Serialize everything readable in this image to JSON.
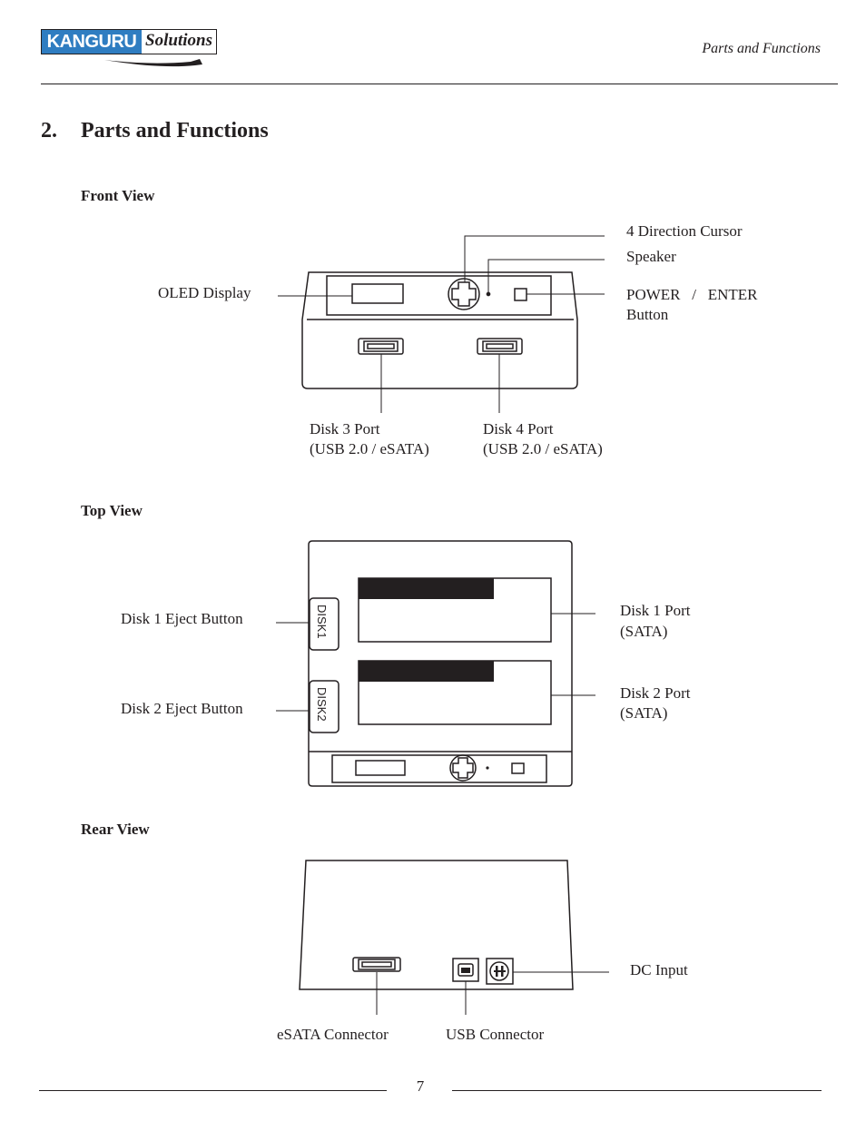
{
  "header": {
    "logo_brand": "KANGURU",
    "logo_script": "Solutions",
    "running_title": "Parts and Functions"
  },
  "section": {
    "number": "2.",
    "title": "Parts and Functions"
  },
  "front_view": {
    "heading": "Front View",
    "labels": {
      "cursor": "4 Direction Cursor",
      "speaker": "Speaker",
      "oled": "OLED Display",
      "power_line1": "POWER   /   ENTER",
      "power_line2": "Button",
      "disk3_line1": "Disk 3 Port",
      "disk3_line2": "(USB 2.0 / eSATA)",
      "disk4_line1": "Disk 4 Port",
      "disk4_line2": "(USB 2.0 / eSATA)"
    }
  },
  "top_view": {
    "heading": "Top View",
    "labels": {
      "disk1_eject": "Disk 1 Eject Button",
      "disk2_eject": "Disk 2 Eject Button",
      "disk1_port_line1": "Disk 1 Port",
      "disk1_port_line2": "(SATA)",
      "disk2_port_line1": "Disk 2 Port",
      "disk2_port_line2": "(SATA)",
      "disk1_button_text": "DISK1",
      "disk2_button_text": "DISK2"
    }
  },
  "rear_view": {
    "heading": "Rear View",
    "labels": {
      "dc_input": "DC Input",
      "esata": "eSATA Connector",
      "usb": "USB Connector"
    }
  },
  "footer": {
    "page_number": "7"
  }
}
